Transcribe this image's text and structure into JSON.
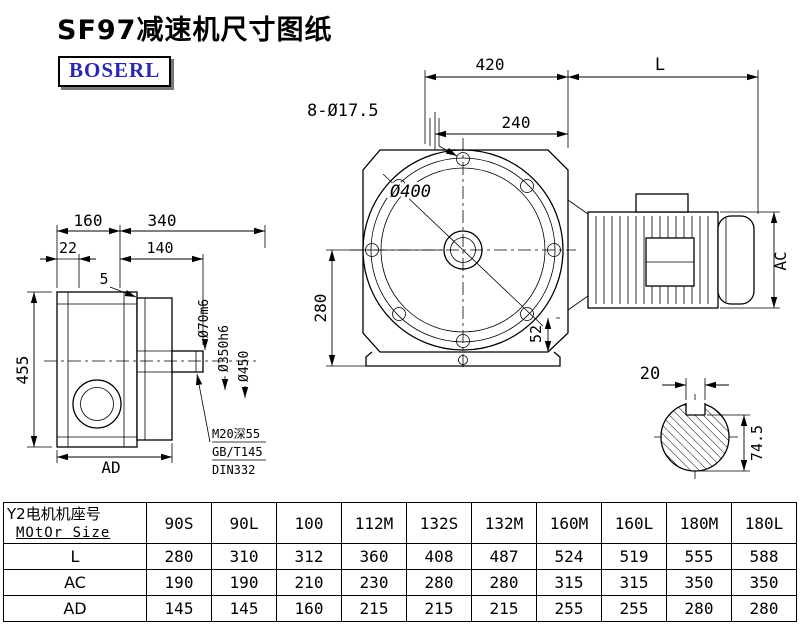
{
  "title": "SF97减速机尺寸图纸",
  "logo": "BOSERL",
  "drawing": {
    "front": {
      "dim_420": "420",
      "dim_L": "L",
      "bolt_note": "8-Ø17.5",
      "dim_240": "240",
      "dia_400": "Ø400",
      "dim_280": "280",
      "dim_52": "52",
      "dim_AC": "AC"
    },
    "side": {
      "dim_160": "160",
      "dim_340": "340",
      "dim_22": "22",
      "dim_140": "140",
      "dim_5": "5",
      "dim_455": "455",
      "dim_AD": "AD",
      "dia_70": "Ø70m6",
      "dia_350": "Ø350h6",
      "dia_450": "Ø450",
      "note_m20": "M20深55",
      "note_gb": "GB/T145",
      "note_din": "DIN332"
    },
    "shaft": {
      "dim_20": "20",
      "dim_745": "74.5"
    }
  },
  "table": {
    "header": {
      "line1": "Y2电机机座号",
      "line2": "MOtOr Size"
    },
    "columns": [
      "90S",
      "90L",
      "100",
      "112M",
      "132S",
      "132M",
      "160M",
      "160L",
      "180M",
      "180L"
    ],
    "rows": [
      {
        "label": "L",
        "values": [
          "280",
          "310",
          "312",
          "360",
          "408",
          "487",
          "524",
          "519",
          "555",
          "588"
        ]
      },
      {
        "label": "AC",
        "values": [
          "190",
          "190",
          "210",
          "230",
          "280",
          "280",
          "315",
          "315",
          "350",
          "350"
        ]
      },
      {
        "label": "AD",
        "values": [
          "145",
          "145",
          "160",
          "215",
          "215",
          "215",
          "255",
          "255",
          "280",
          "280"
        ]
      }
    ]
  }
}
